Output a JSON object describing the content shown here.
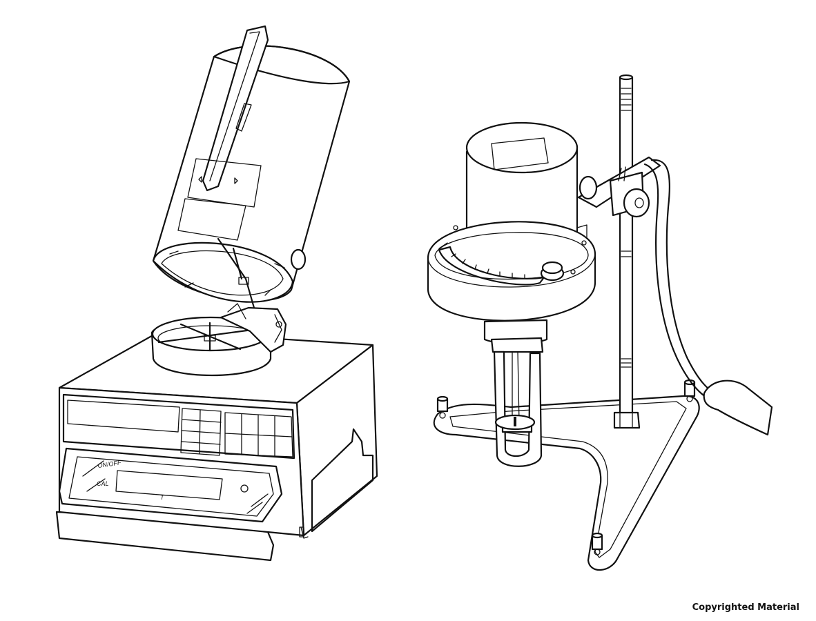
{
  "illustration": {
    "balance": {
      "label_onoff": "ON/OFF",
      "label_cal": "CAL",
      "label_tare": "T"
    },
    "viscometer": {}
  },
  "footer": {
    "copyright": "Copyrighted Material"
  }
}
